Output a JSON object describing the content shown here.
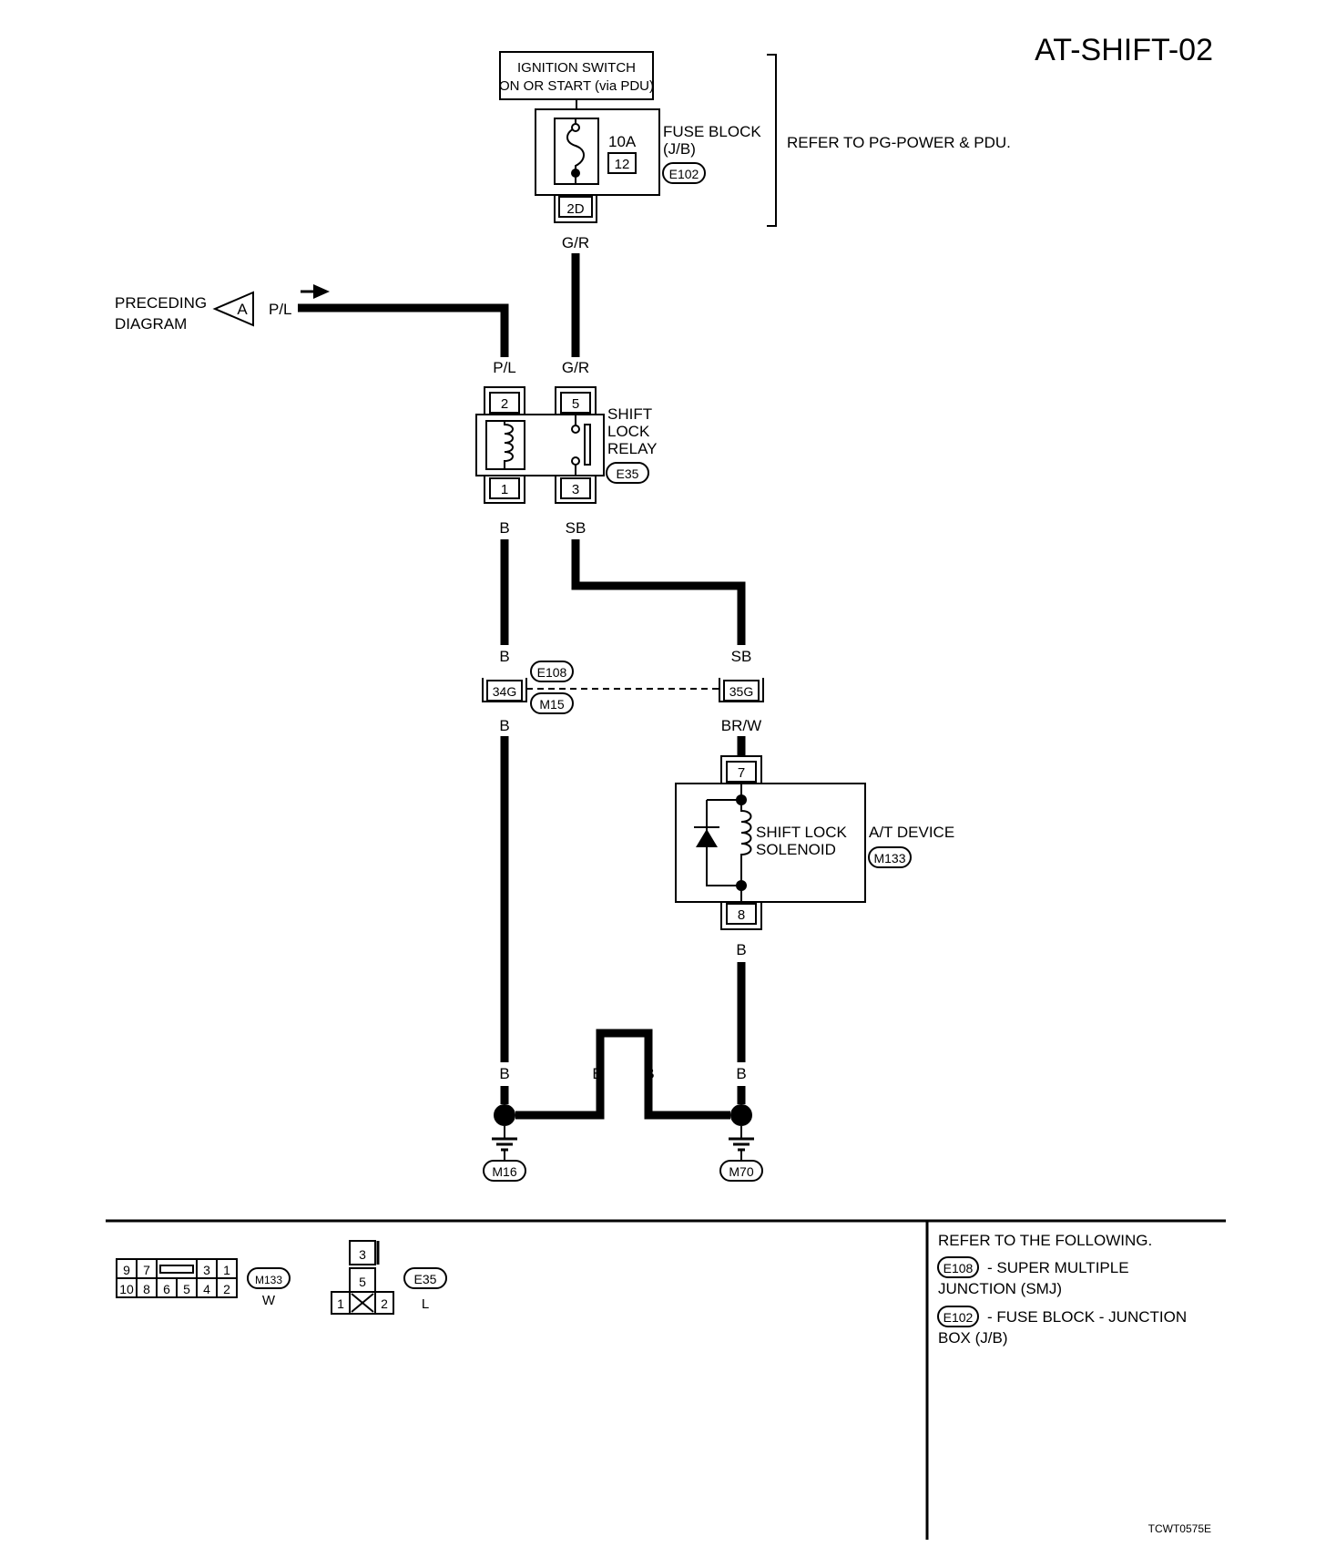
{
  "title": "AT-SHIFT-02",
  "ignition": {
    "line1": "IGNITION SWITCH",
    "line2": "ON OR START (via PDU)"
  },
  "fuse": {
    "amperage": "10A",
    "number": "12",
    "name1": "FUSE BLOCK",
    "name2": "(J/B)",
    "connector": "E102",
    "terminal": "2D"
  },
  "refer_power": "REFER TO PG-POWER & PDU.",
  "preceding": {
    "line1": "PRECEDING",
    "line2": "DIAGRAM",
    "marker": "A",
    "wire": "P/L"
  },
  "wires": {
    "gr": "G/R",
    "pl": "P/L",
    "b": "B",
    "sb": "SB",
    "brw": "BR/W"
  },
  "relay": {
    "name1": "SHIFT",
    "name2": "LOCK",
    "name3": "RELAY",
    "connector": "E35",
    "t2": "2",
    "t5": "5",
    "t1": "1",
    "t3": "3"
  },
  "joint": {
    "c1": "E108",
    "c2": "M15",
    "t_left": "34G",
    "t_right": "35G"
  },
  "device": {
    "t7": "7",
    "t8": "8",
    "solenoid1": "SHIFT LOCK",
    "solenoid2": "SOLENOID",
    "name": "A/T DEVICE",
    "connector": "M133"
  },
  "grounds": {
    "g1": "M16",
    "g2": "M70"
  },
  "connector_faces": {
    "m133": {
      "id": "M133",
      "color": "W",
      "top": [
        "9",
        "7",
        "3",
        "1"
      ],
      "bottom": [
        "10",
        "8",
        "6",
        "5",
        "4",
        "2"
      ]
    },
    "e35": {
      "id": "E35",
      "color": "L",
      "pins": [
        "3",
        "5",
        "1",
        "2"
      ]
    }
  },
  "refer_following": {
    "heading": "REFER TO THE FOLLOWING.",
    "item1_conn": "E108",
    "item1_line1": "- SUPER MULTIPLE",
    "item1_line2": "JUNCTION (SMJ)",
    "item2_conn": "E102",
    "item2_line1": "- FUSE BLOCK - JUNCTION",
    "item2_line2": "BOX (J/B)"
  },
  "code": "TCWT0575E"
}
